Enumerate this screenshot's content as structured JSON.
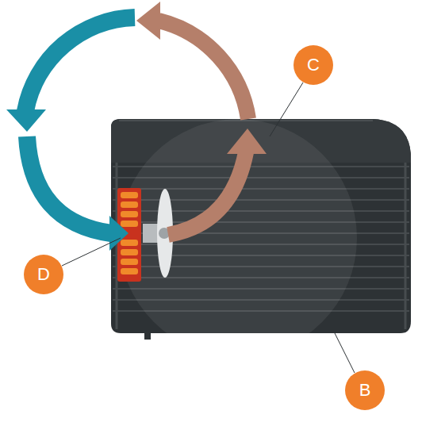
{
  "diagram": {
    "labels": [
      "C",
      "D",
      "B"
    ]
  }
}
